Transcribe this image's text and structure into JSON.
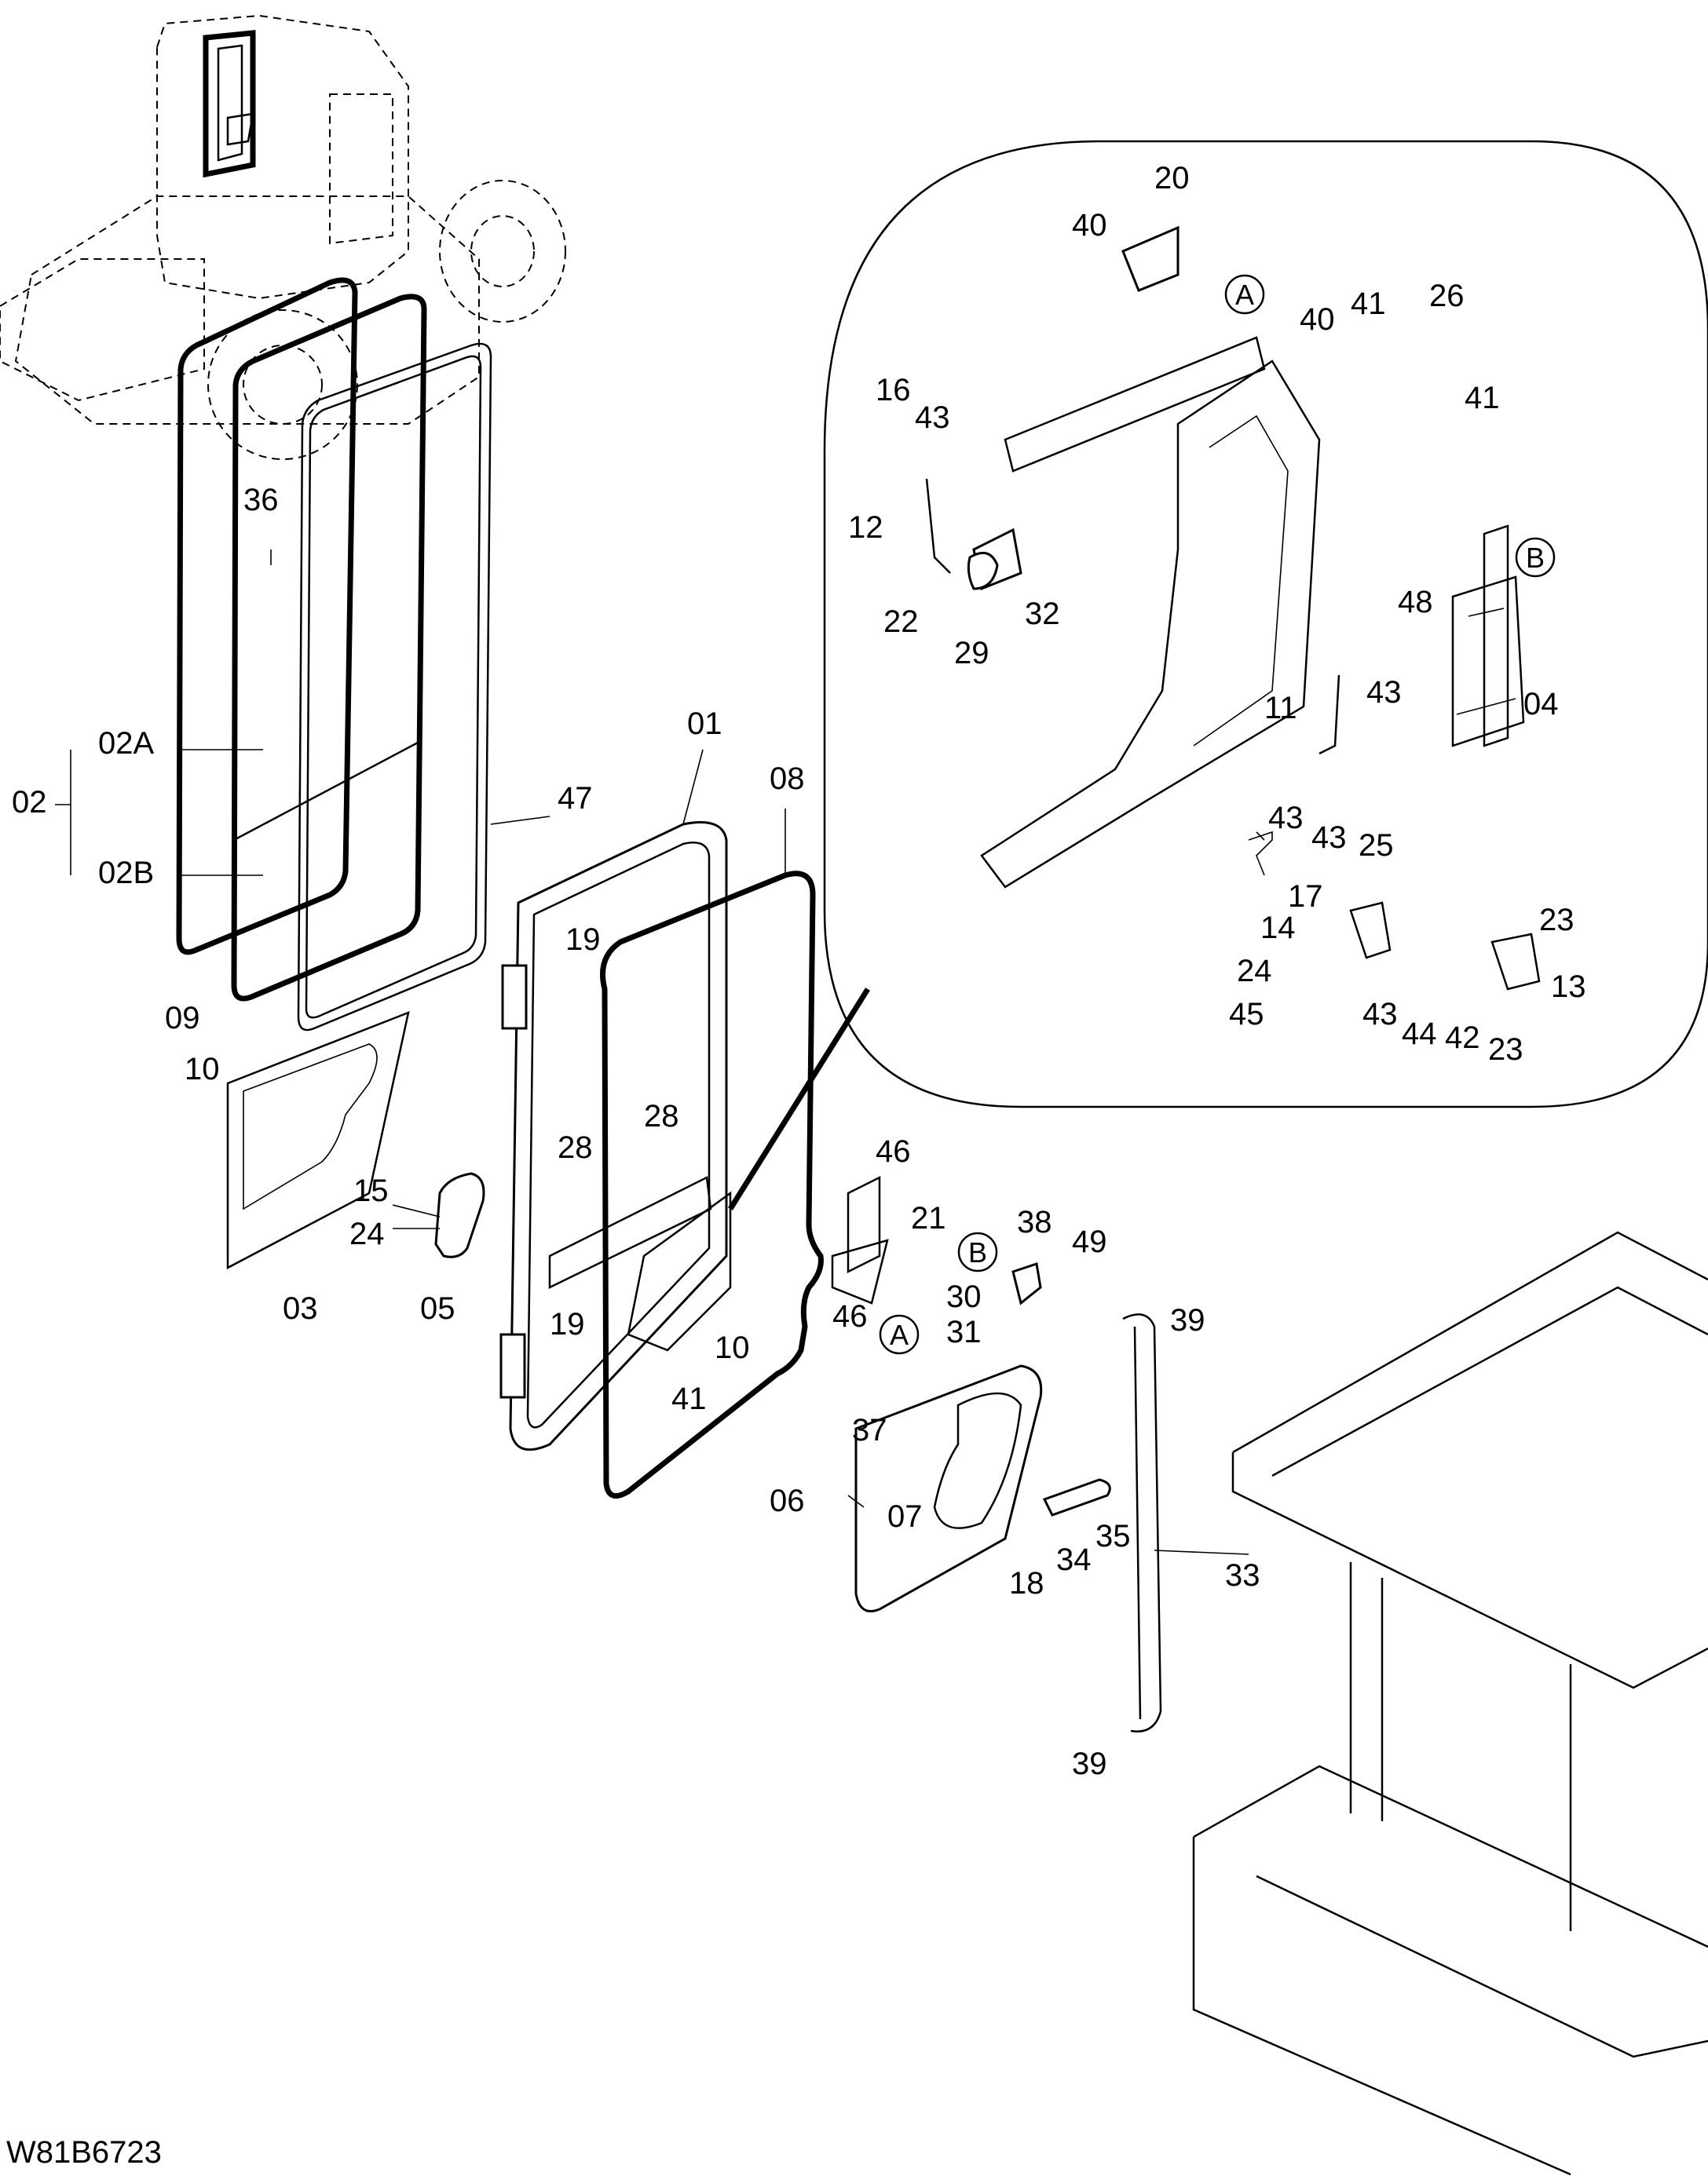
{
  "drawing_id": "W81B6723",
  "callouts": [
    "A",
    "B"
  ],
  "labels": [
    "36",
    "02A",
    "02",
    "02B",
    "47",
    "01",
    "08",
    "09",
    "10",
    "03",
    "15",
    "24",
    "05",
    "19",
    "28",
    "28",
    "19",
    "10",
    "41",
    "46",
    "21",
    "46",
    "38",
    "49",
    "30",
    "31",
    "37",
    "06",
    "07",
    "34",
    "35",
    "18",
    "33",
    "39",
    "39",
    "20",
    "40",
    "40",
    "41",
    "26",
    "41",
    "16",
    "43",
    "12",
    "22",
    "29",
    "32",
    "48",
    "04",
    "43",
    "11",
    "43",
    "43",
    "25",
    "17",
    "14",
    "24",
    "45",
    "43",
    "44",
    "42",
    "23",
    "23",
    "13"
  ]
}
